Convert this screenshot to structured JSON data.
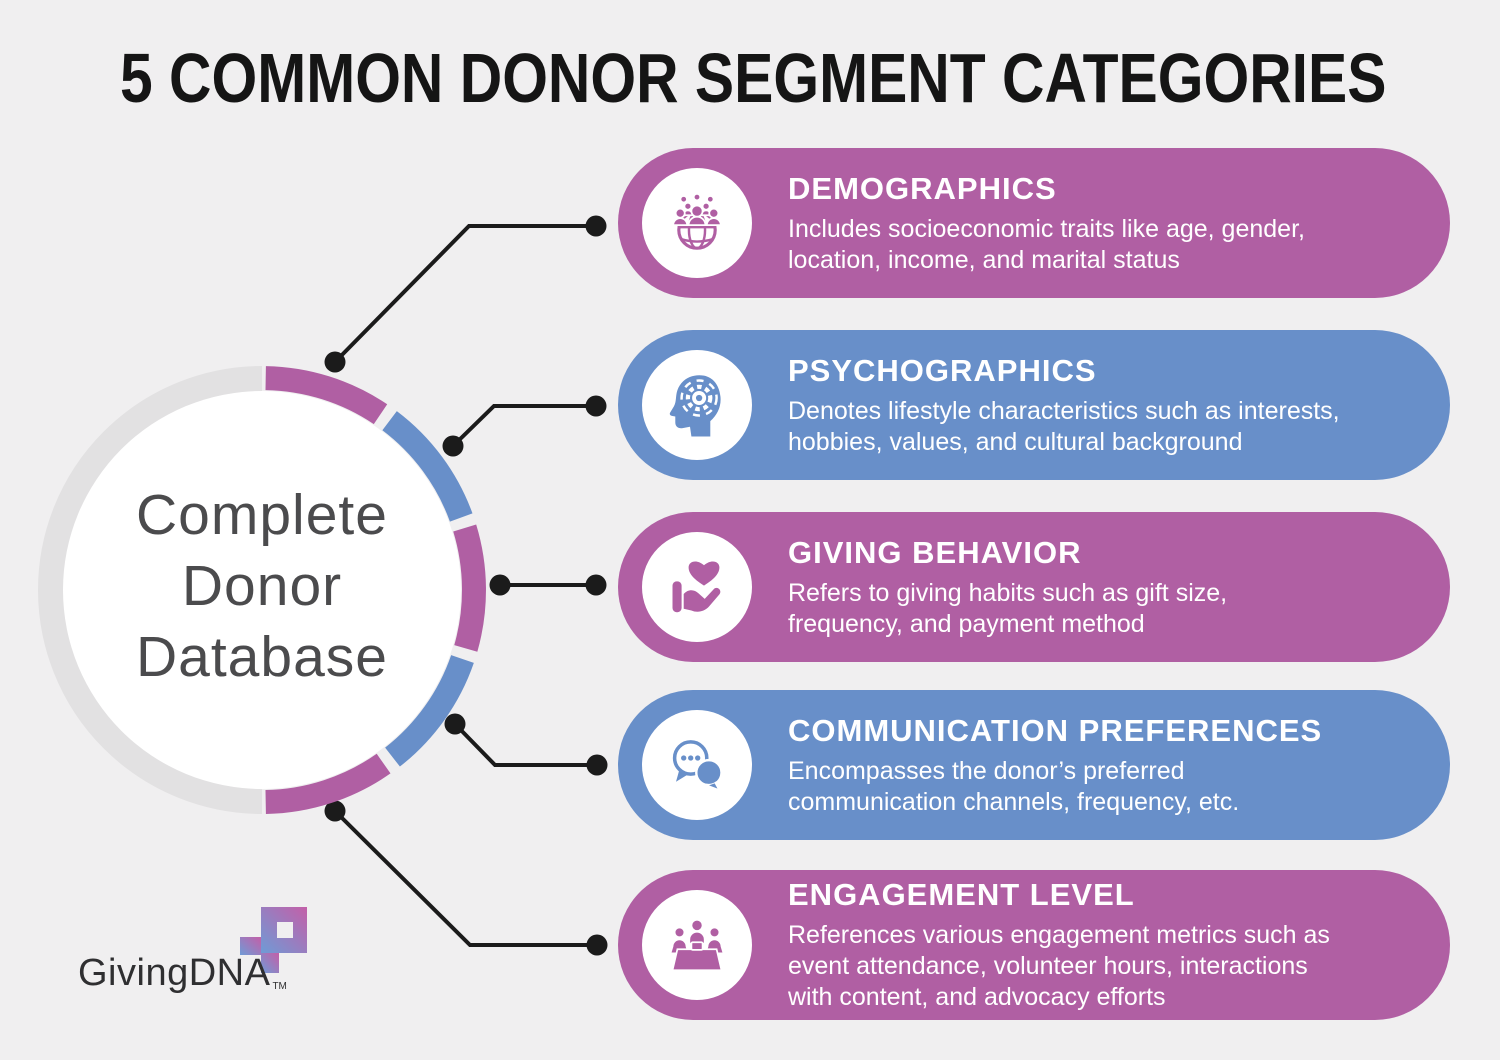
{
  "title": "5 COMMON DONOR SEGMENT CATEGORIES",
  "hub": {
    "title_lines": [
      "Complete",
      "Donor",
      "Database"
    ]
  },
  "categories": [
    {
      "name": "DEMOGRAPHICS",
      "description": "Includes socioeconomic traits like age, gender,\nlocation, income, and marital status",
      "icon": "demographics-icon",
      "color": "#b05fa3"
    },
    {
      "name": "PSYCHOGRAPHICS",
      "description": "Denotes lifestyle characteristics such as interests,\nhobbies, values, and cultural background",
      "icon": "psychographics-icon",
      "color": "#688fc9"
    },
    {
      "name": "GIVING BEHAVIOR",
      "description": "Refers to giving habits such as gift size,\nfrequency, and payment method",
      "icon": "giving-behavior-icon",
      "color": "#b05fa3"
    },
    {
      "name": "COMMUNICATION PREFERENCES",
      "description": "Encompasses the donor’s preferred\ncommunication channels, frequency, etc.",
      "icon": "communication-icon",
      "color": "#688fc9"
    },
    {
      "name": "ENGAGEMENT LEVEL",
      "description": "References various engagement metrics such as\nevent attendance, volunteer hours, interactions\nwith content, and advocacy efforts",
      "icon": "engagement-icon",
      "color": "#b05fa3"
    }
  ],
  "logo": {
    "text": "GivingDNA",
    "tm": "TM"
  },
  "colors": {
    "magenta": "#b05fa3",
    "blue": "#688fc9",
    "background": "#f0eff0",
    "ring_gray": "#e2e1e2",
    "connector_black": "#1b1b1b",
    "hub_text_gray": "#4b4b4d",
    "card_text": "#ffffff",
    "title_black": "#151515"
  }
}
